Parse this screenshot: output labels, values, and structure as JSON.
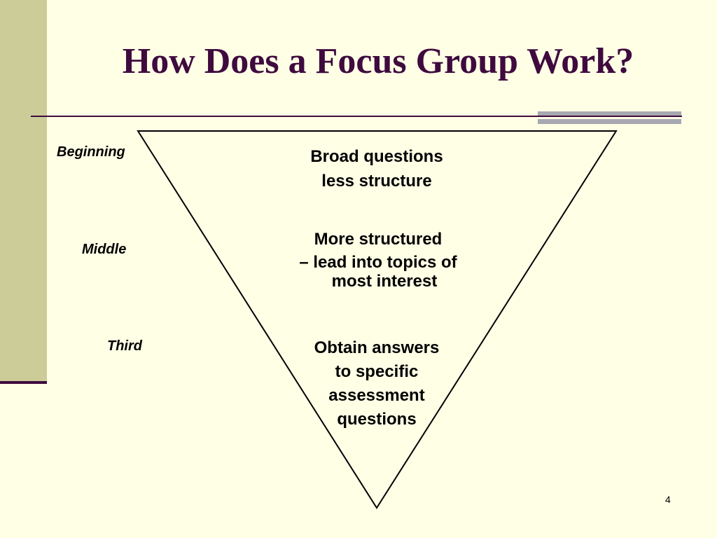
{
  "slide": {
    "title": "How Does a Focus Group Work?",
    "number": "4"
  },
  "stages": [
    {
      "label": "Beginning",
      "lines": [
        "Broad questions",
        "less structure"
      ]
    },
    {
      "label": "Middle",
      "lines": [
        "More structured",
        "– lead into topics of",
        "most interest"
      ]
    },
    {
      "label": "Third",
      "lines": [
        "Obtain answers",
        "to specific",
        "assessment",
        "questions"
      ]
    }
  ],
  "colors": {
    "background": "#FFFFE6",
    "title": "#3F0B3F",
    "sidebar": "#CCCC99",
    "accent_stripe": "#A8A8B0"
  }
}
